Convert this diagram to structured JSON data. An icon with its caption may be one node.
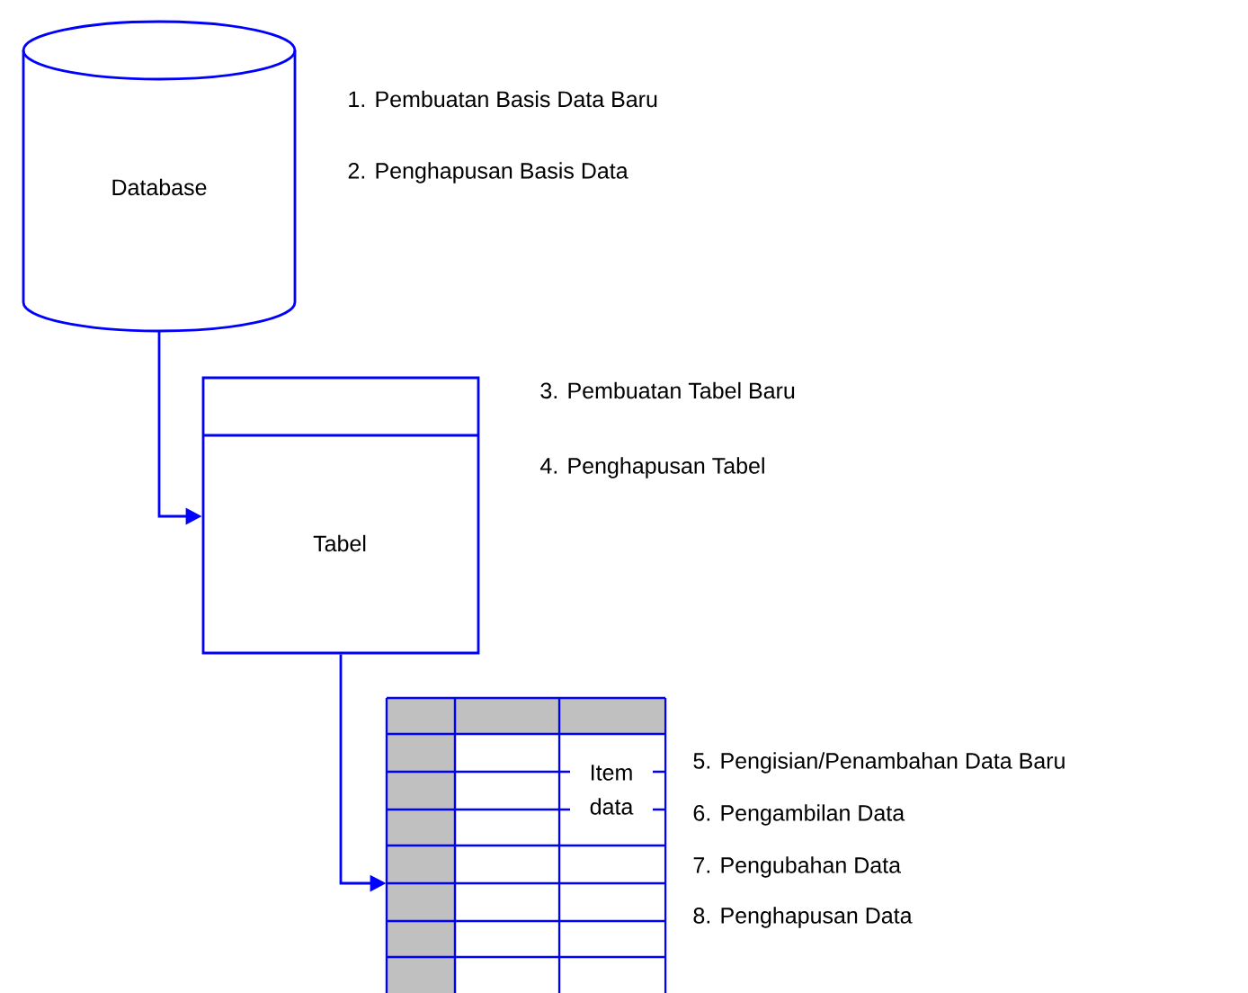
{
  "diagram": {
    "nodes": [
      {
        "text": [
          "Database"
        ]
      },
      {
        "text": [
          "Tabel"
        ]
      },
      {
        "text": [
          "Item data"
        ]
      }
    ],
    "edges": [
      {
        "from": 0,
        "to": 1,
        "arrow": "to"
      },
      {
        "from": 1,
        "to": 2,
        "arrow": "to"
      }
    ],
    "labels": [
      "1. Pembuatan Basis Data Baru",
      "2. Penghapusan Basis Data",
      "3. Pembuatan Tabel Baru",
      "4. Penghapusan Tabel",
      "5. Pengisian/Penambahan Data Baru",
      "6. Pengambilan Data",
      "7. Pengubahan Data",
      "8. Penghapusan Data"
    ]
  }
}
